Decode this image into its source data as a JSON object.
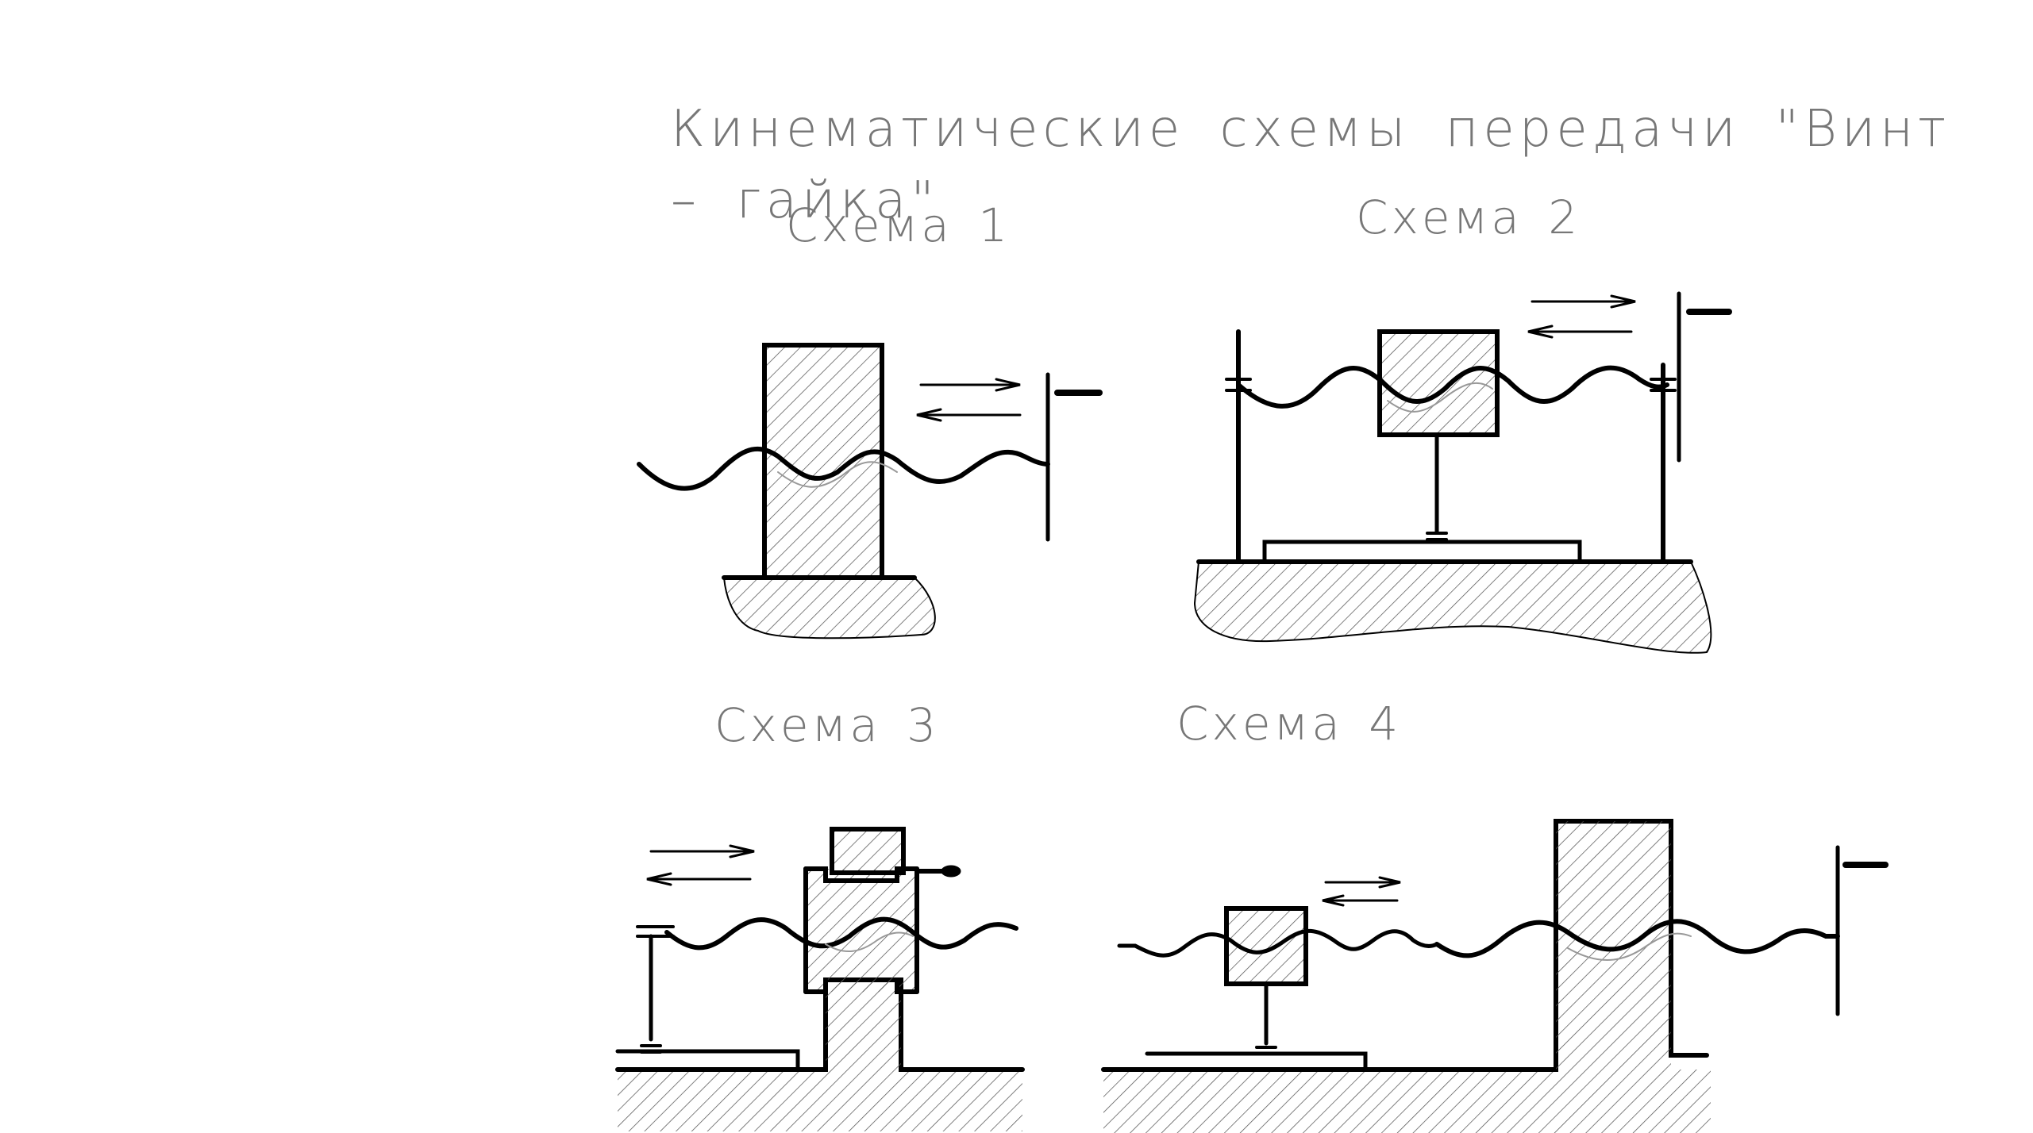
{
  "title": "Кинематические схемы передачи \"Винт – гайка\"",
  "captions": {
    "scheme1": "Схема 1",
    "scheme2": "Схема 2",
    "scheme3": "Схема 3",
    "scheme4": "Схема 4"
  },
  "colors": {
    "line": "#000000",
    "text": "#777777",
    "hatch": "#555555"
  }
}
